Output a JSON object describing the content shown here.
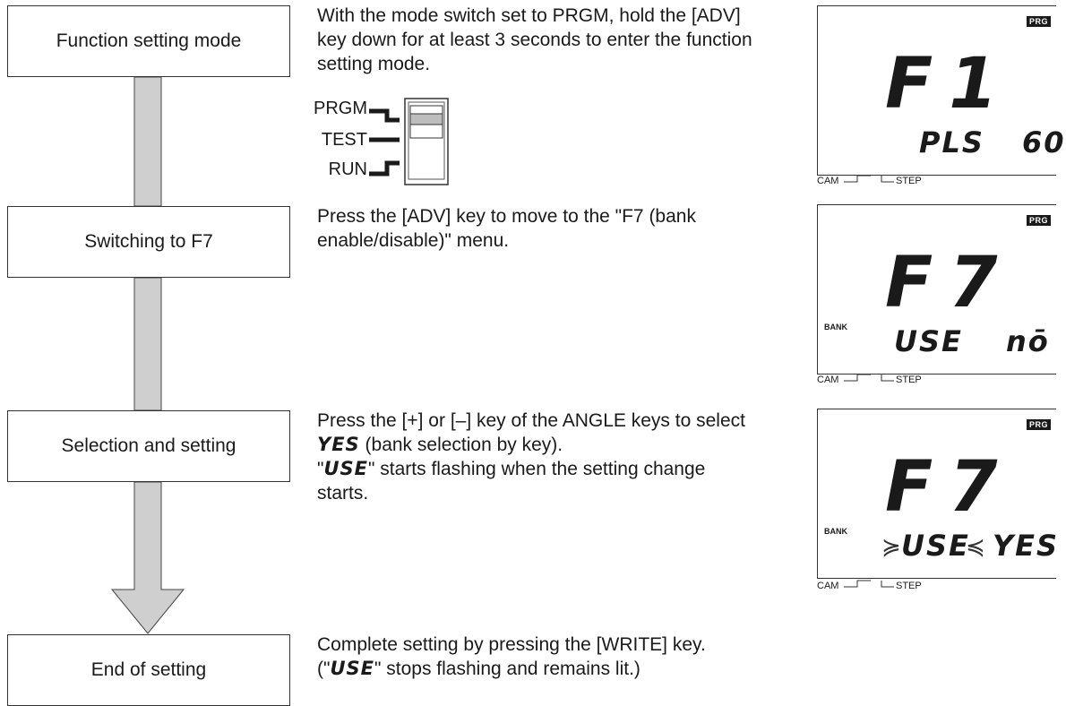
{
  "steps": [
    {
      "label": "Function setting mode"
    },
    {
      "label": "Switching to F7"
    },
    {
      "label": "Selection and setting"
    },
    {
      "label": "End of setting"
    }
  ],
  "descriptions": {
    "step1": "With the mode switch set to PRGM, hold the [ADV] key down for at least 3 seconds to enter the function setting mode.",
    "step2": "Press the [ADV] key to move to the \"F7 (bank enable/disable)\" menu.",
    "step3_part1": "Press the [+] or [–] key of the ANGLE keys to select ",
    "step3_yes": "YES",
    "step3_part2": " (bank selection by key).",
    "step3_q1": "\"",
    "step3_use": "USE",
    "step3_part3": "\" starts flashing when the setting change starts.",
    "step4_line1": "Complete setting by pressing the [WRITE] key.",
    "step4_q1": "(\"",
    "step4_use": "USE",
    "step4_part2": "\" stops flashing and remains lit.)"
  },
  "mode_switch": {
    "positions": [
      "PRGM",
      "TEST",
      "RUN"
    ]
  },
  "displays": [
    {
      "indicator": "PRG",
      "main": "F1",
      "left": "PLS",
      "right": "60",
      "bank": "",
      "flashing": false
    },
    {
      "indicator": "PRG",
      "main": "F7",
      "left": "USE",
      "right": "nō",
      "bank": "BANK",
      "flashing": false
    },
    {
      "indicator": "PRG",
      "main": "F7",
      "left": "USE",
      "right": "YES",
      "bank": "BANK",
      "flashing": true
    }
  ],
  "display_footer": {
    "cam": "CAM",
    "step": "STEP"
  }
}
